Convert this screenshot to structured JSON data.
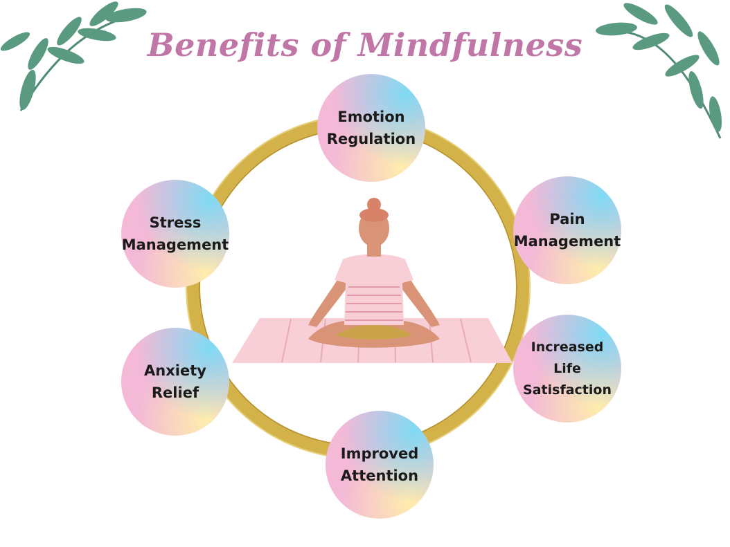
{
  "title": "Benefits of Mindfulness",
  "colors": {
    "title": "#c077a8",
    "ring": "#d4b24a",
    "node_pink": "#f3b9d6",
    "node_blue": "#78dcf5",
    "node_yellow": "#fff0aa",
    "leaf": "#4f8a72",
    "skin": "#d99478",
    "mat": "#f8cfd6",
    "shorts": "#c9a24a"
  },
  "icons": [
    "leaf-branch-icon",
    "meditating-woman-icon",
    "yoga-mat-icon"
  ],
  "benefits": {
    "top": "Emotion\nRegulation",
    "left_upper": "Stress\nManagement",
    "right_upper": "Pain\nManagement",
    "left_lower": "Anxiety\nRelief",
    "right_lower": "Increased\nLife\nSatisfaction",
    "bottom": "Improved\nAttention"
  }
}
